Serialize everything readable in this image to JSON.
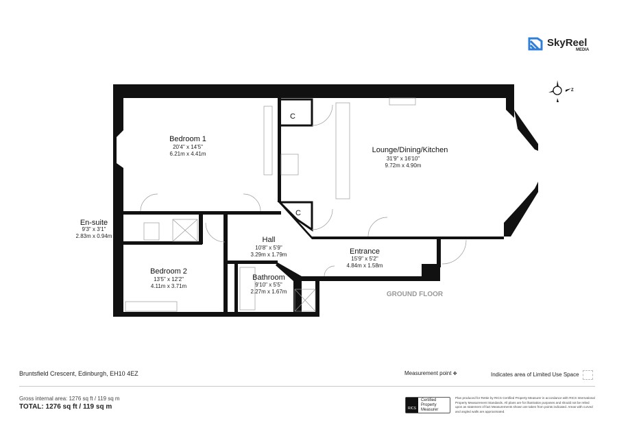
{
  "brand": {
    "name": "SkyReel",
    "sub": "MEDIA",
    "color": "#2f7fd6"
  },
  "compass": {
    "label": "Z"
  },
  "rooms": [
    {
      "name": "Bedroom 1",
      "imperial": "20'4\" x 14'5\"",
      "metric": "6.21m x 4.41m"
    },
    {
      "name": "Lounge/Dining/Kitchen",
      "imperial": "31'9\" x 16'10\"",
      "metric": "9.72m x 4.90m"
    },
    {
      "name": "En-suite",
      "imperial": "9'3\" x 3'1\"",
      "metric": "2.83m x 0.94m"
    },
    {
      "name": "Hall",
      "imperial": "10'8\" x 5'9\"",
      "metric": "3.29m x 1.79m"
    },
    {
      "name": "Entrance",
      "imperial": "15'9\" x 5'2\"",
      "metric": "4.84m x 1.58m"
    },
    {
      "name": "Bedroom 2",
      "imperial": "13'5\" x 12'2\"",
      "metric": "4.11m x 3.71m"
    },
    {
      "name": "Bathroom",
      "imperial": "9'10\" x 5'5\"",
      "metric": "2.27m x 1.67m"
    }
  ],
  "closets": [
    "C",
    "C"
  ],
  "floor_label": "GROUND FLOOR",
  "footer": {
    "address": "Bruntsfield Crescent, Edinburgh, EH10 4EZ",
    "measurement_point": "Measurement point",
    "limited_use": "Indicates area of  Limited Use Space",
    "gross_area": "Gross internal area: 1276 sq ft / 119 sq m",
    "total": "TOTAL: 1276 sq ft / 119 sq m",
    "rics_badge": "RICS",
    "rics_cert": "Certified Property Measurer",
    "disclaimer": "Plan produced for Rettie by RICS Certified Property Measurer in accordance with RICS International Property Measurement Standards. All plans are for illustration purposes and should not be relied upon as statement of fact Measurements shown are taken from points indicated. Areas with curved and angled walls are approximated."
  }
}
